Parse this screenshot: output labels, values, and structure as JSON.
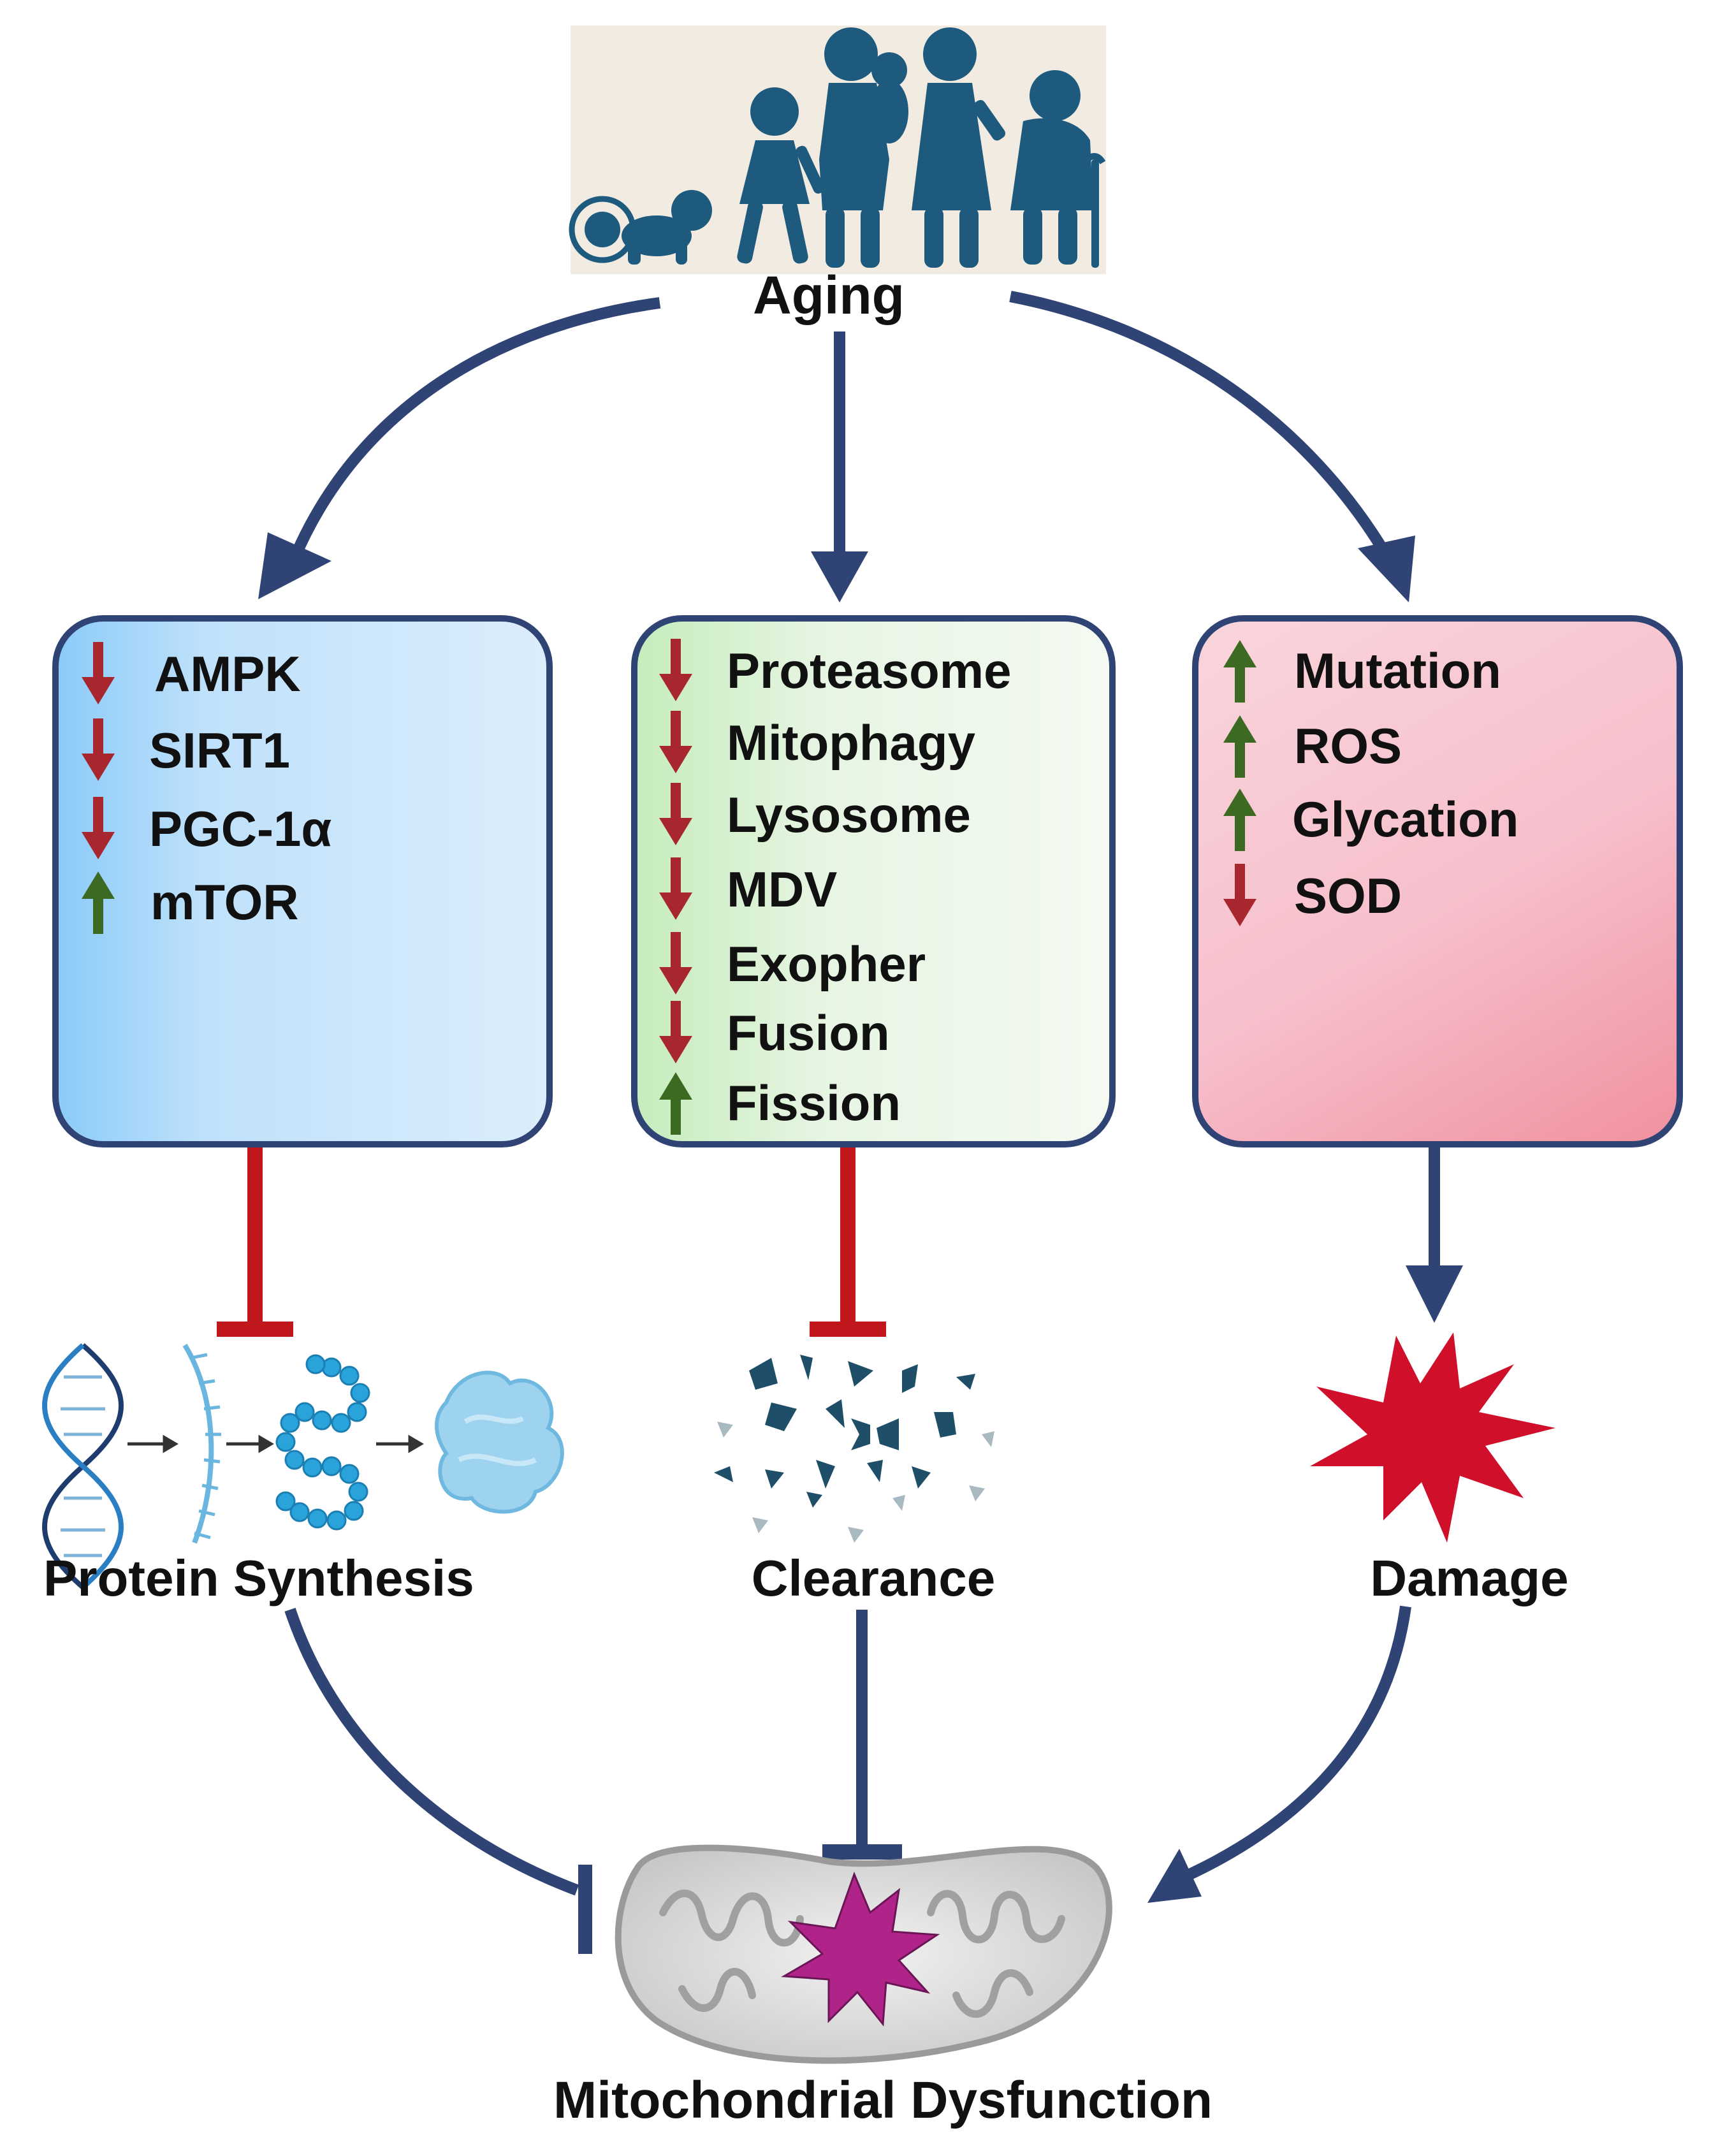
{
  "colors": {
    "navy": "#2f4474",
    "inhibit_red": "#c0171d",
    "down_arrow": "#a8262e",
    "up_arrow": "#3c6a22",
    "silhouette": "#1d5a7d",
    "damage_star": "#d0102b",
    "mito_star": "#b0248a"
  },
  "aging": {
    "label": "Aging"
  },
  "boxes": [
    {
      "id": "signaling",
      "items": [
        {
          "dir": "down",
          "text": "AMPK"
        },
        {
          "dir": "down",
          "text": "SIRT1"
        },
        {
          "dir": "down",
          "text": "PGC-1α"
        },
        {
          "dir": "up",
          "text": "mTOR"
        }
      ]
    },
    {
      "id": "quality-control",
      "items": [
        {
          "dir": "down",
          "text": "Proteasome"
        },
        {
          "dir": "down",
          "text": "Mitophagy"
        },
        {
          "dir": "down",
          "text": "Lysosome"
        },
        {
          "dir": "down",
          "text": "MDV"
        },
        {
          "dir": "down",
          "text": "Exopher"
        },
        {
          "dir": "down",
          "text": "Fusion"
        },
        {
          "dir": "up",
          "text": "Fission"
        }
      ]
    },
    {
      "id": "stress",
      "items": [
        {
          "dir": "up",
          "text": "Mutation"
        },
        {
          "dir": "up",
          "text": "ROS"
        },
        {
          "dir": "up",
          "text": "Glycation"
        },
        {
          "dir": "down",
          "text": "SOD"
        }
      ]
    }
  ],
  "outcomes": {
    "protein_synthesis": "Protein Synthesis",
    "clearance": "Clearance",
    "damage": "Damage"
  },
  "final": {
    "label": "Mitochondrial Dysfunction"
  }
}
